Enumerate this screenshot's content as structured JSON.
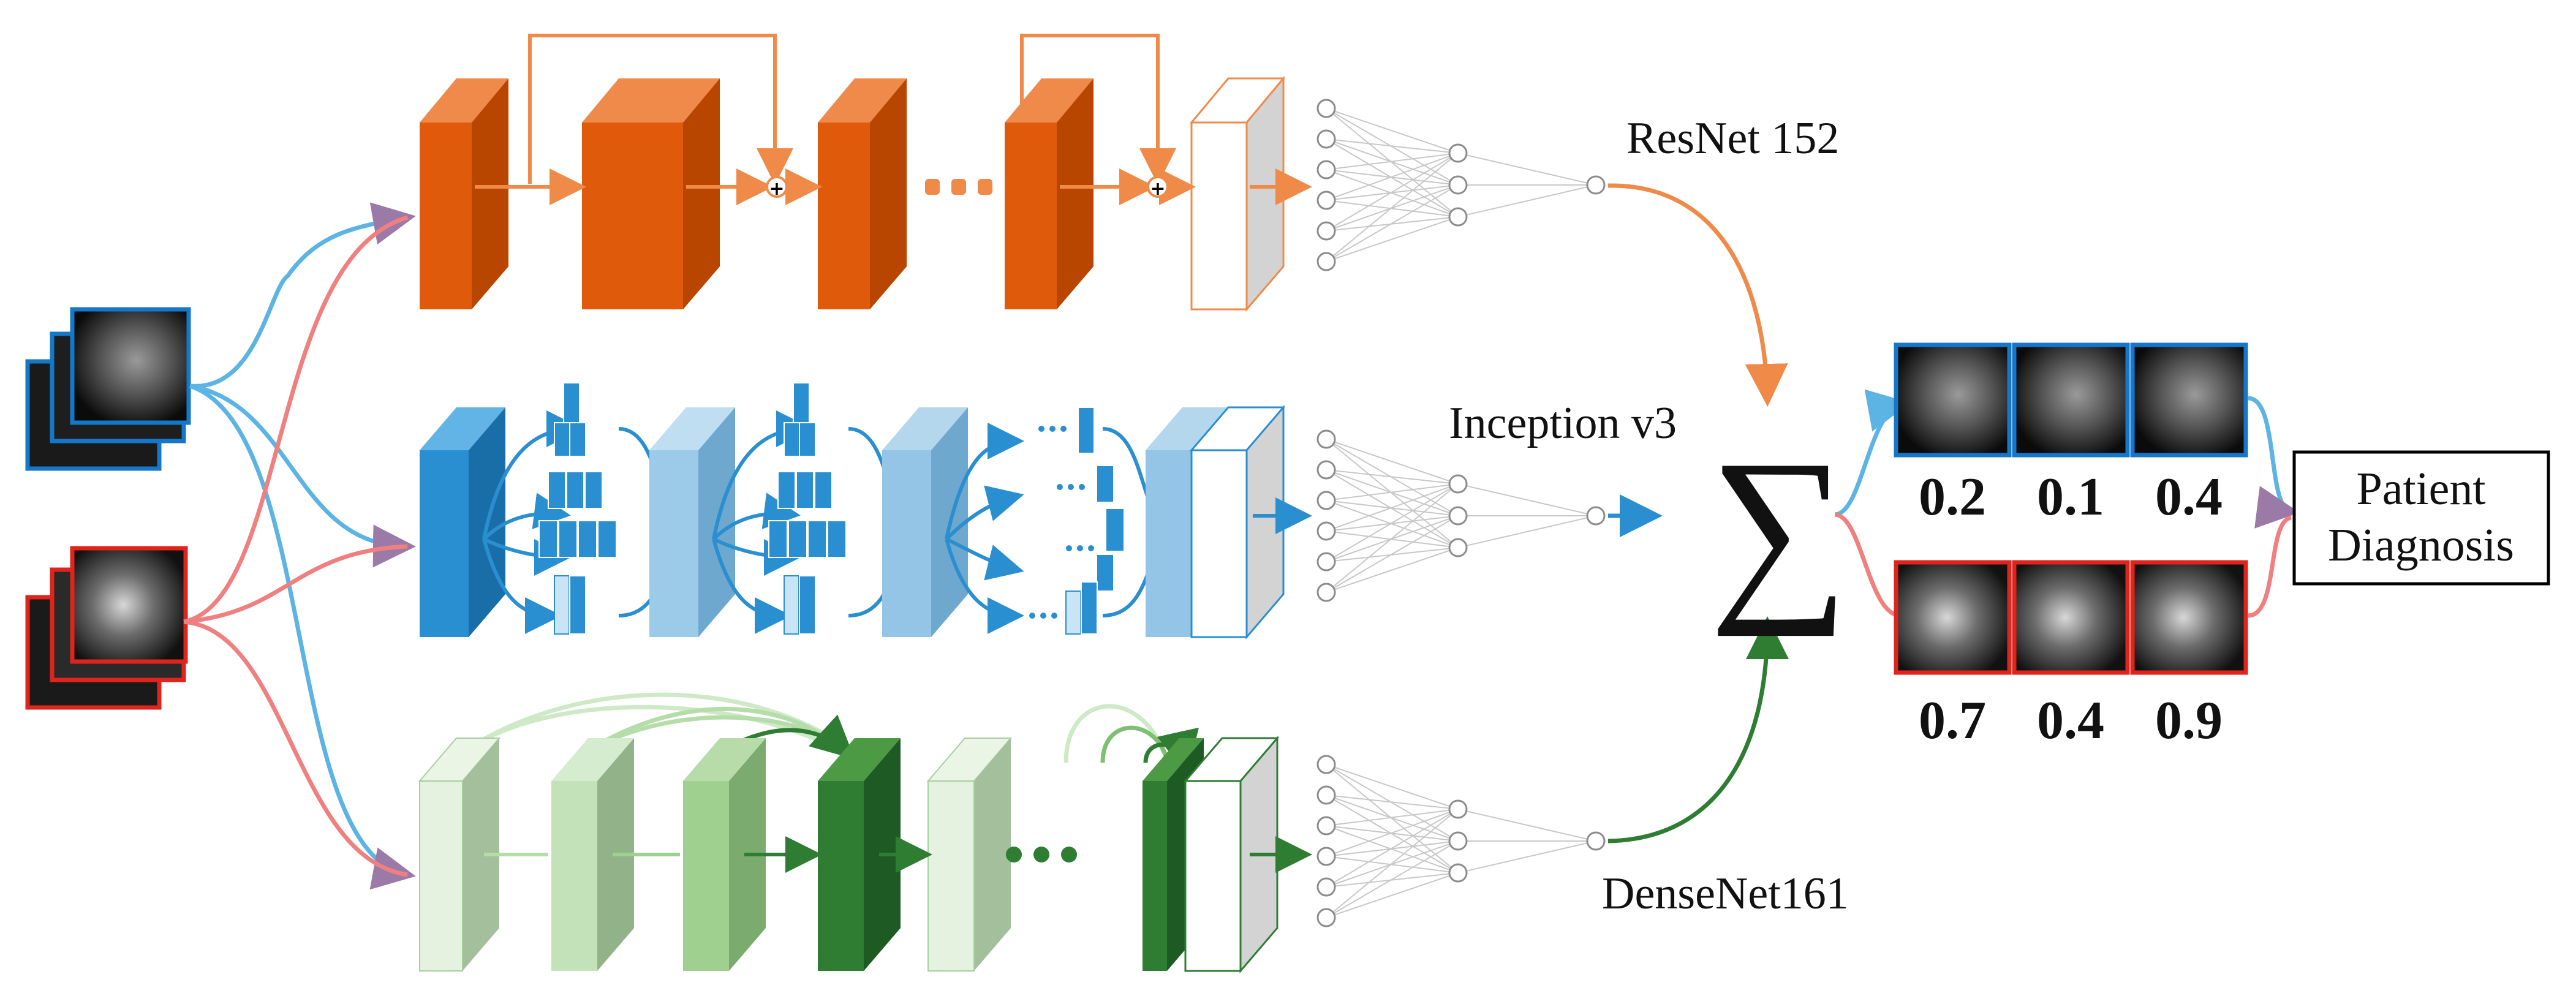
{
  "colors": {
    "resnet": "#d95a0f",
    "resnet_light": "#f08a4b",
    "inception": "#2a8fd0",
    "inception_light": "#8cc4ea",
    "densenet": "#2e7d32",
    "densenet_light": "#cfe8c9",
    "blue_path": "#5bb4e4",
    "red_path": "#f08080",
    "ultrasound_blue_border": "#1577c9",
    "ultrasound_red_border": "#e0241b"
  },
  "models": {
    "resnet": {
      "label": "ResNet 152"
    },
    "inception": {
      "label": "Inception v3"
    },
    "densenet": {
      "label": "DenseNet161"
    }
  },
  "ensemble": {
    "symbol": "∑"
  },
  "scores": {
    "blue": [
      "0.2",
      "0.1",
      "0.4"
    ],
    "red": [
      "0.7",
      "0.4",
      "0.9"
    ]
  },
  "output": {
    "line1": "Patient",
    "line2": "Diagnosis"
  },
  "ellipsis_glyph": "• • •"
}
